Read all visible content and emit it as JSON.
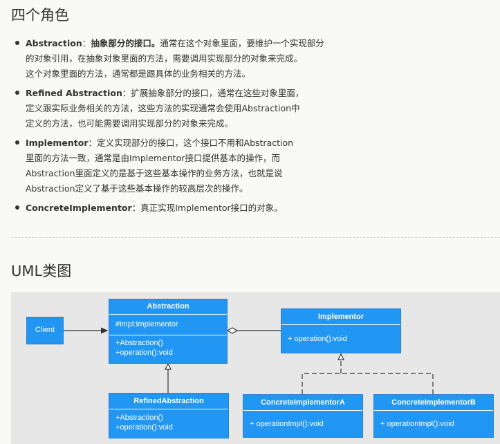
{
  "section_roles": {
    "heading": "四个角色",
    "items": [
      {
        "term": "Abstraction",
        "sep": "：",
        "emphasis": "抽象部分的接口。",
        "lines": [
          "通常在这个对象里面，要维护一个实现部分",
          "的对象引用，在抽象对象里面的方法，需要调用实现部分的对象来完成。",
          "这个对象里面的方法，通常都是跟具体的业务相关的方法。"
        ]
      },
      {
        "term": "Refined Abstraction",
        "sep": "：",
        "emphasis": "",
        "lines": [
          "扩展抽象部分的接口，通常在这些对象里面，",
          "定义跟实际业务相关的方法，这些方法的实现通常会使用Abstraction中",
          "定义的方法，也可能需要调用实现部分的对象来完成。"
        ]
      },
      {
        "term": "Implementor",
        "sep": "：",
        "emphasis": "",
        "lines": [
          "定义实现部分的接口，这个接口不用和Abstraction",
          "里面的方法一致，通常是由Implementor接口提供基本的操作，而",
          "Abstraction里面定义的是基于这些基本操作的业务方法，也就是说",
          "Abstraction定义了基于这些基本操作的较高层次的操作。"
        ]
      },
      {
        "term": "ConcreteImplementor",
        "sep": "：",
        "emphasis": "",
        "lines": [
          "真正实现Implementor接口的对象。"
        ]
      }
    ]
  },
  "section_uml": {
    "heading": "UML类图"
  },
  "uml": {
    "colors": {
      "box_fill": "#2196f3",
      "box_border": "#2a7fd4",
      "text": "#ffffff",
      "panel_bg": "#e7e7e7",
      "connector": "#333333"
    },
    "client": {
      "name": "Client"
    },
    "abstraction": {
      "name": "Abstraction",
      "attributes": [
        "#impl:Implementor"
      ],
      "methods": [
        "+Abstraction()",
        "+operation():void"
      ]
    },
    "refined_abstraction": {
      "name": "RefinedAbstraction",
      "methods": [
        "+Abstraction()",
        "+operation():void"
      ]
    },
    "implementor": {
      "name": "Implementor",
      "methods": [
        "+ operation():void"
      ]
    },
    "concrete_a": {
      "name": "ConcreteImplementorA",
      "methods": [
        "+ operationImpl():void"
      ]
    },
    "concrete_b": {
      "name": "ConcreteImplementorB",
      "methods": [
        "+ operationImpl():void"
      ]
    }
  }
}
